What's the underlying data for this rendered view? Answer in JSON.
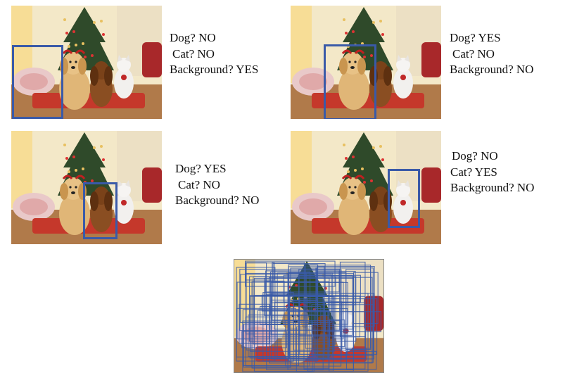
{
  "panels": [
    {
      "id": "p1",
      "dog": "Dog? NO",
      "cat": "Cat? NO",
      "background": "Background? YES"
    },
    {
      "id": "p2",
      "dog": "Dog? YES",
      "cat": "Cat? NO",
      "background": "Background? NO"
    },
    {
      "id": "p3",
      "dog": "Dog? YES",
      "cat": "Cat? NO",
      "background": "Background? NO"
    },
    {
      "id": "p4",
      "dog": "Dog? NO",
      "cat": "Cat? YES",
      "background": "Background? NO"
    }
  ],
  "colors": {
    "box": "#3a5aa8",
    "wall": "#f3e8c8",
    "floor": "#b07a4a",
    "tree": "#2f4a2a",
    "rug": "#c5382b",
    "dog_golden": "#e0b677",
    "dog_brown": "#8a4e22",
    "cat_white": "#f2f0ee"
  },
  "icons": [
    "scene-photo",
    "bounding-box"
  ]
}
